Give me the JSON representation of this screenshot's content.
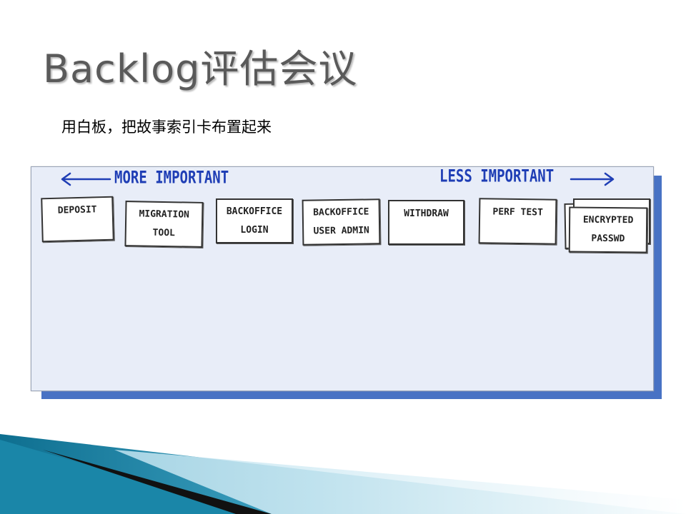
{
  "slide": {
    "title": "Backlog评估会议",
    "subtitle": "用白板，把故事索引卡布置起来"
  },
  "board": {
    "more_important_label": "More important",
    "less_important_label": "Less important",
    "cards": [
      {
        "label": "Deposit"
      },
      {
        "label": "Migration\ntool"
      },
      {
        "label": "Backoffice\nLogin"
      },
      {
        "label": "Backoffice\nUser admin"
      },
      {
        "label": "Withdraw"
      },
      {
        "label": "Perf test"
      },
      {
        "label": "Encrypted\npasswd"
      }
    ]
  },
  "colors": {
    "title_text": "#5a5a5a",
    "board_background": "#e8edf8",
    "board_shadow": "#4872c4",
    "handwriting_blue": "#1f3eb5",
    "deco_teal": "#1e7f9e"
  }
}
